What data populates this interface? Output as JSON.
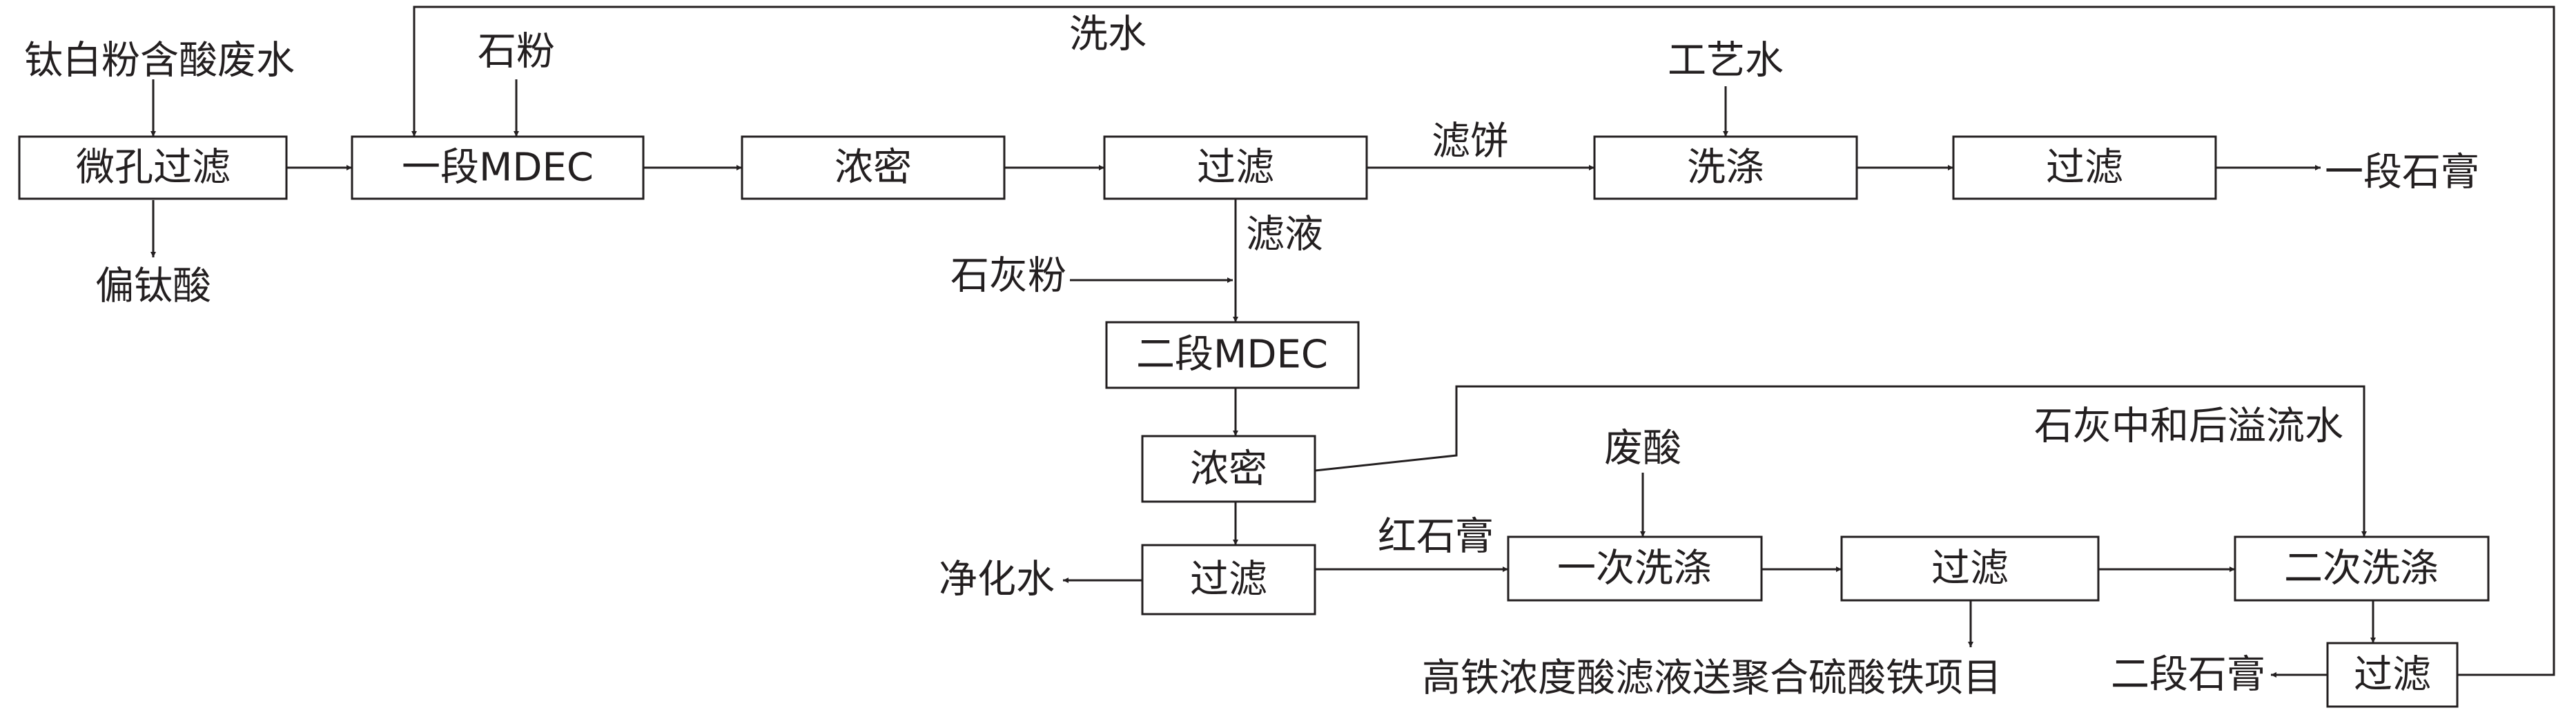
{
  "colors": {
    "ink": "#231f20",
    "background": "#ffffff"
  },
  "nodes": {
    "micro_filter": "微孔过滤",
    "mdec1": "一段MDEC",
    "thicken1": "浓密",
    "filter1": "过滤",
    "wash": "洗涤",
    "filter2": "过滤",
    "mdec2": "二段MDEC",
    "thicken2": "浓密",
    "filter3": "过滤",
    "wash_first": "一次洗涤",
    "filter4": "过滤",
    "wash_second": "二次洗涤",
    "filter5": "过滤"
  },
  "labels": {
    "feed": "钛白粉含酸废水",
    "stone_powder": "石粉",
    "wash_water": "洗水",
    "process_water": "工艺水",
    "filter_cake": "滤饼",
    "gypsum1": "一段石膏",
    "metatitanic_acid": "偏钛酸",
    "filtrate": "滤液",
    "lime_powder": "石灰粉",
    "overflow": "石灰中和后溢流水",
    "waste_acid": "废酸",
    "purified_water": "净化水",
    "red_gypsum": "红石膏",
    "iron_filtrate": "高铁浓度酸滤液送聚合硫酸铁项目",
    "gypsum2": "二段石膏"
  }
}
